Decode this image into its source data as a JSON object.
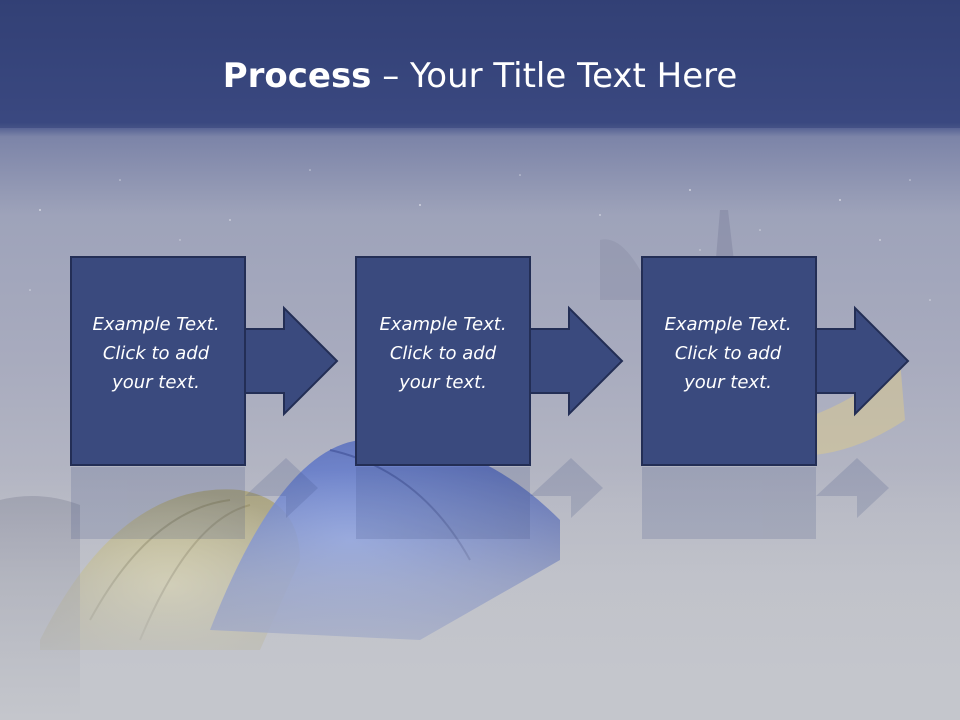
{
  "slide": {
    "title_bold": "Process",
    "title_rest": " – Your Title Text Here",
    "steps": [
      {
        "text": "Example Text.\nClick  to add\nyour text."
      },
      {
        "text": "Example Text.\nClick  to add\nyour text."
      },
      {
        "text": "Example Text.\nClick  to add\nyour text."
      }
    ]
  },
  "colors": {
    "box_fill": "#3a4a7e",
    "box_stroke": "#232e55",
    "title_band": "#344379",
    "background_gray": "#c4c6cc"
  }
}
